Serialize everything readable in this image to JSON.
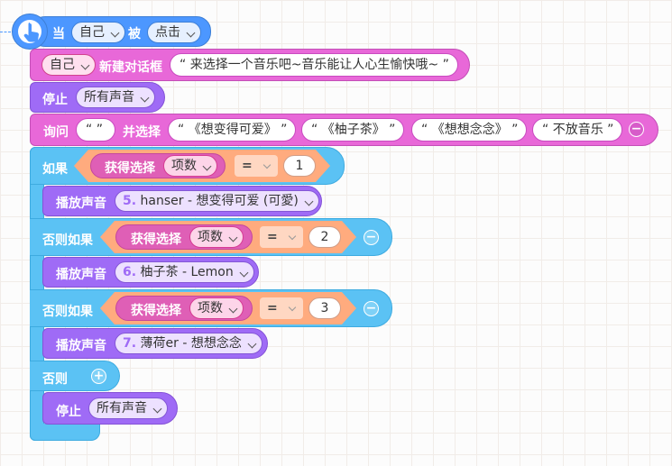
{
  "hat": {
    "when_label": "当",
    "sprite_dropdown": "自己",
    "clicked_label": "被",
    "event_dropdown": "点击"
  },
  "dialog": {
    "target_dropdown": "自己",
    "action_label": "新建对话框",
    "text": "“ 来选择一个音乐吧~音乐能让人心生愉快哦~ ”"
  },
  "stop1": {
    "label": "停止",
    "dropdown": "所有声音"
  },
  "ask": {
    "label": "询问",
    "question": "“  ”",
    "and_select_label": "并选择",
    "options": [
      "“ 《想变得可爱》 ”",
      "“ 《柚子茶》 ”",
      "“ 《想想念念》 ”",
      "“ 不放音乐 ”"
    ]
  },
  "if1": {
    "label": "如果",
    "get_select_label": "获得选择",
    "item_dropdown": "项数",
    "operator": "=",
    "value": "1",
    "play_label": "播放声音",
    "sound_number": "5.",
    "sound_name": "hanser - 想变得可爱 (可愛)"
  },
  "elif2": {
    "label": "否则如果",
    "get_select_label": "获得选择",
    "item_dropdown": "项数",
    "operator": "=",
    "value": "2",
    "play_label": "播放声音",
    "sound_number": "6.",
    "sound_name": "柚子茶 - Lemon"
  },
  "elif3": {
    "label": "否则如果",
    "get_select_label": "获得选择",
    "item_dropdown": "项数",
    "operator": "=",
    "value": "3",
    "play_label": "播放声音",
    "sound_number": "7.",
    "sound_name": "薄荷er - 想想念念"
  },
  "else_label": "否则",
  "stop2": {
    "label": "停止",
    "dropdown": "所有声音"
  },
  "colors": {
    "hat": "#4c97ff",
    "dialog": "#e868d8",
    "sound": "#9f6bf6",
    "control": "#5bc2f4",
    "reporter": "#df5fb6",
    "operator": "#ffab7e"
  },
  "icons": {
    "hat": "pointer-hand-icon",
    "remove": "minus-circle-icon",
    "add": "plus-circle-icon"
  }
}
